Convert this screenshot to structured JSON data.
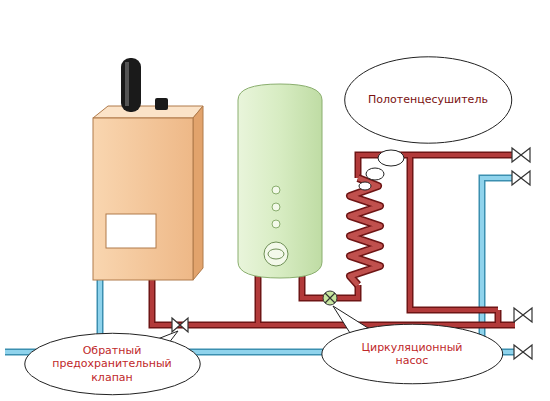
{
  "diagram": {
    "nodes": [
      {
        "text": [
          "Полотенцесушитель"
        ]
      },
      {
        "text": [
          "Обратный предохранительный клапан"
        ]
      },
      {
        "text": [
          "Циркуляционный насос"
        ]
      }
    ]
  }
}
